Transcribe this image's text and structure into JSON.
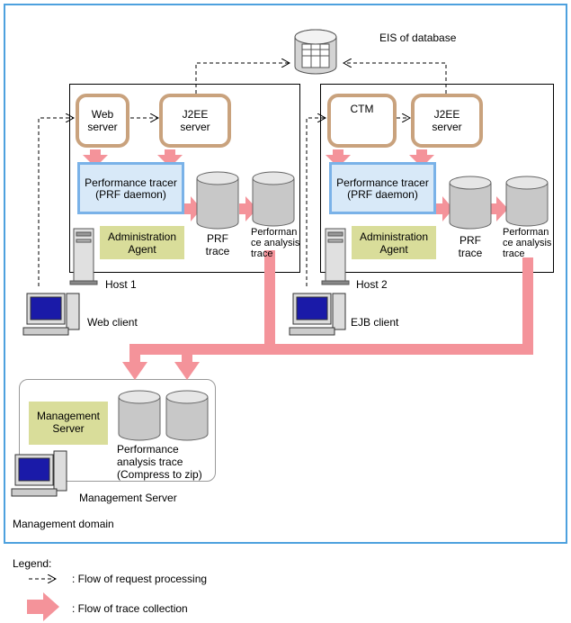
{
  "eis_label": "EIS of database",
  "host1": {
    "label": "Host 1",
    "web_server": [
      "Web",
      "server"
    ],
    "j2ee_server": [
      "J2EE",
      "server"
    ],
    "tracer": [
      "Performance tracer",
      "(PRF daemon)"
    ],
    "agent": [
      "Administration",
      "Agent"
    ],
    "prf_trace": [
      "PRF",
      "trace"
    ],
    "perf_trace": [
      "Performan",
      "ce analysis",
      "trace"
    ]
  },
  "host2": {
    "label": "Host 2",
    "ctm": "CTM",
    "j2ee_server": [
      "J2EE",
      "server"
    ],
    "tracer": [
      "Performance tracer",
      "(PRF daemon)"
    ],
    "agent": [
      "Administration",
      "Agent"
    ],
    "prf_trace": [
      "PRF",
      "trace"
    ],
    "perf_trace": [
      "Performan",
      "ce analysis",
      "trace"
    ]
  },
  "web_client": "Web client",
  "ejb_client": "EJB client",
  "management": {
    "server_box": [
      "Management",
      "Server"
    ],
    "trace_label": [
      "Performance",
      "analysis trace",
      "(Compress to zip)"
    ],
    "server_label": "Management Server",
    "domain_label": "Management domain"
  },
  "legend": {
    "title": "Legend:",
    "request_flow": ": Flow of request processing",
    "trace_flow": ": Flow of trace collection"
  },
  "colors": {
    "component_border": "#c9a27d",
    "tracer_border": "#7ab2e8",
    "tracer_fill": "#d8e9f8",
    "agent_fill": "#d9dd9a",
    "trace_arrow": "#f4939a"
  }
}
